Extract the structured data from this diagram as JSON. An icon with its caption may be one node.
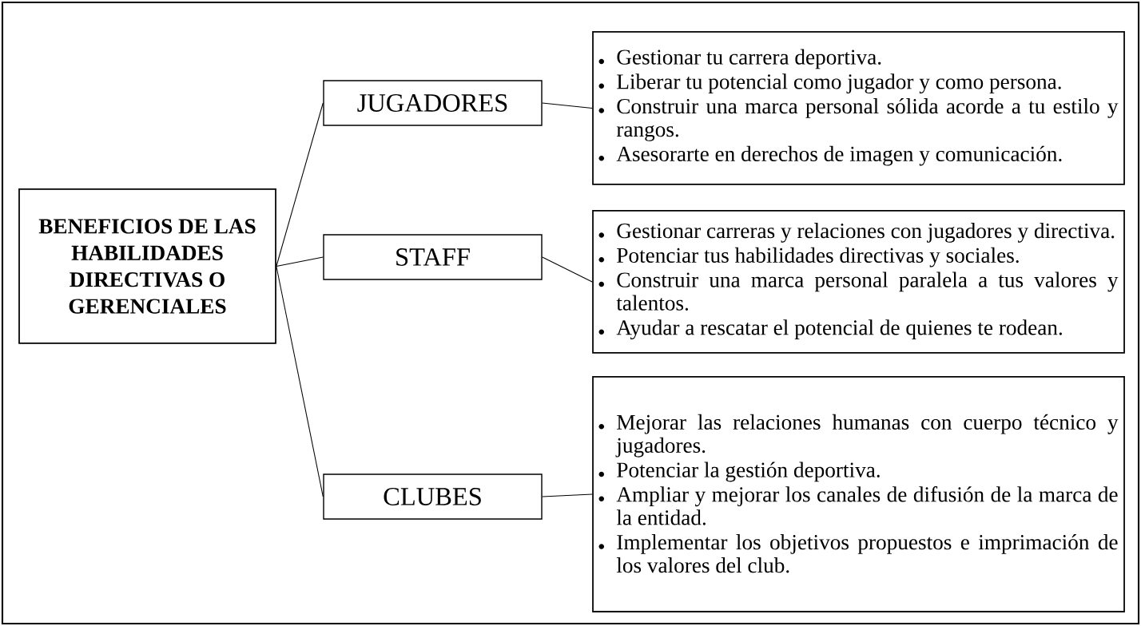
{
  "diagram": {
    "nodes": [
      {
        "text": [
          "BENEFICIOS DE LAS HABILIDADES DIRECTIVAS O GERENCIALES"
        ]
      },
      {
        "text": [
          "JUGADORES"
        ]
      },
      {
        "text": [
          "STAFF"
        ]
      },
      {
        "text": [
          "CLUBES"
        ]
      },
      {
        "text": [
          "Gestionar tu carrera deportiva.",
          "Liberar tu potencial como jugador y como persona.",
          "Construir una marca personal sólida acorde a tu estilo y rangos.",
          "Asesorarte en derechos de imagen y comunicación."
        ]
      },
      {
        "text": [
          "Gestionar carreras y relaciones con jugadores y directiva.",
          "Potenciar tus habilidades directivas y sociales.",
          "Construir una marca personal paralela a tus valores y talentos.",
          "Ayudar a rescatar el potencial de quienes te rodean."
        ]
      },
      {
        "text": [
          "Mejorar las relaciones humanas con cuerpo técnico y jugadores.",
          "Potenciar la gestión deportiva.",
          "Ampliar y mejorar los canales de difusión de la marca de la entidad.",
          "Implementar los objetivos propuestos e imprimación de los valores del club."
        ]
      }
    ],
    "edges": [
      {
        "from": 0,
        "to": 1,
        "arrow": "none"
      },
      {
        "from": 0,
        "to": 2,
        "arrow": "none"
      },
      {
        "from": 0,
        "to": 3,
        "arrow": "none"
      },
      {
        "from": 1,
        "to": 4,
        "arrow": "none"
      },
      {
        "from": 2,
        "to": 5,
        "arrow": "none"
      },
      {
        "from": 3,
        "to": 6,
        "arrow": "none"
      }
    ]
  }
}
